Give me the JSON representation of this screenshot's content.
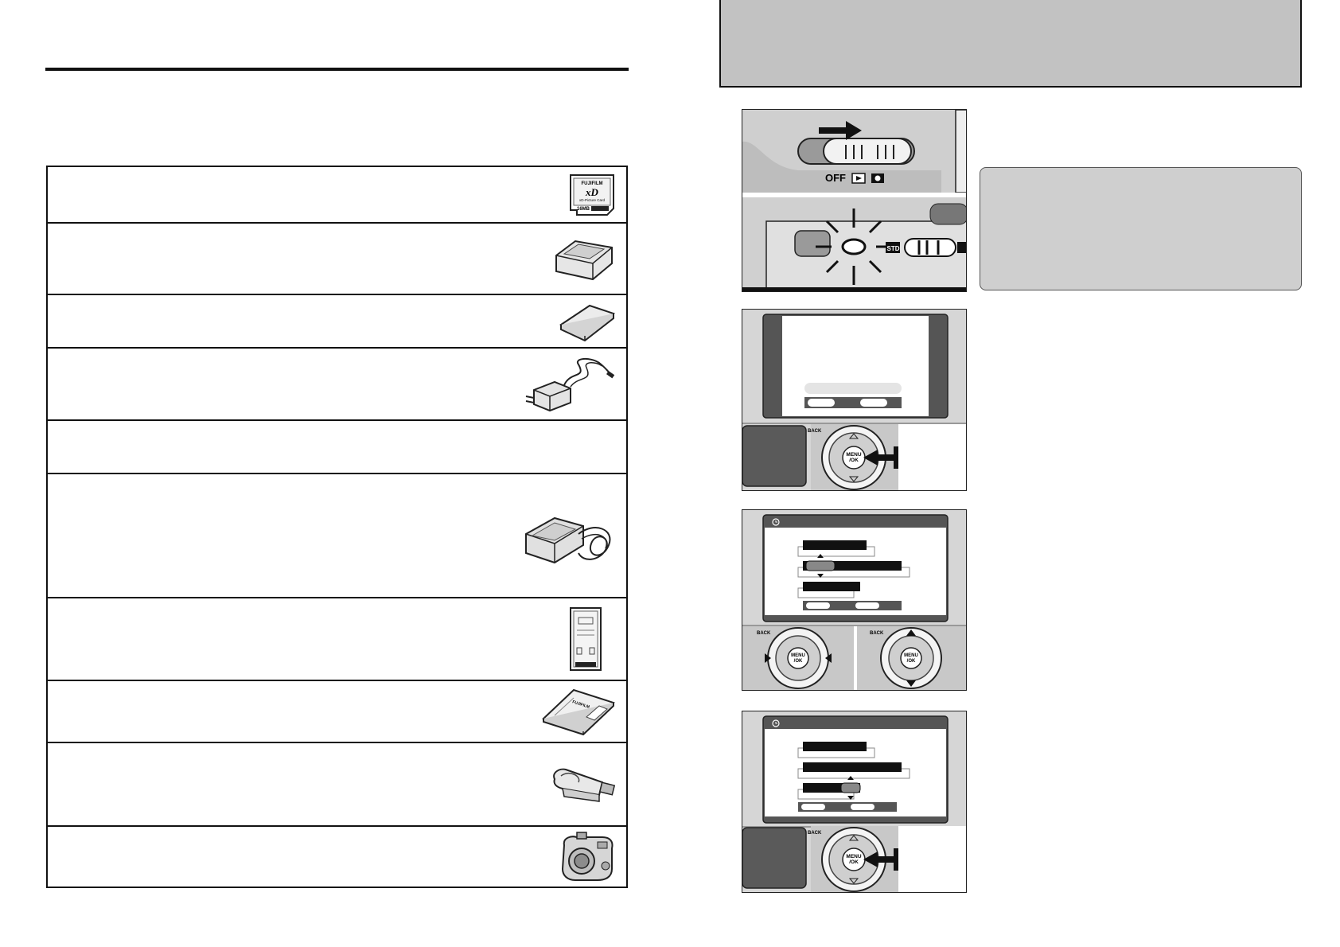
{
  "switch_labels": {
    "off": "OFF"
  },
  "mode_switch": {
    "std": "STD"
  },
  "dpad": {
    "menu": "MENU",
    "ok": "/OK",
    "back": "BACK"
  },
  "accessories": [
    {
      "icon": "xd-card-icon",
      "card_brand": "FUJIFILM",
      "card_logo": "xD",
      "card_line": "xD-Picture Card",
      "card_size": "16MB"
    },
    {
      "icon": "battery-charger-icon"
    },
    {
      "icon": "battery-pack-icon"
    },
    {
      "icon": "ac-adapter-icon"
    },
    {
      "icon": ""
    },
    {
      "icon": "picture-cradle-icon"
    },
    {
      "icon": "pc-card-adapter-icon"
    },
    {
      "icon": "compactflash-adapter-icon",
      "cf_brand": "FUJIFILM"
    },
    {
      "icon": "usb-card-reader-icon"
    },
    {
      "icon": "waterproof-case-icon"
    }
  ],
  "colors": {
    "header_gray": "#c2c2c2",
    "note_gray": "#cfcfcf",
    "screen_dark": "#4a4a4a"
  }
}
